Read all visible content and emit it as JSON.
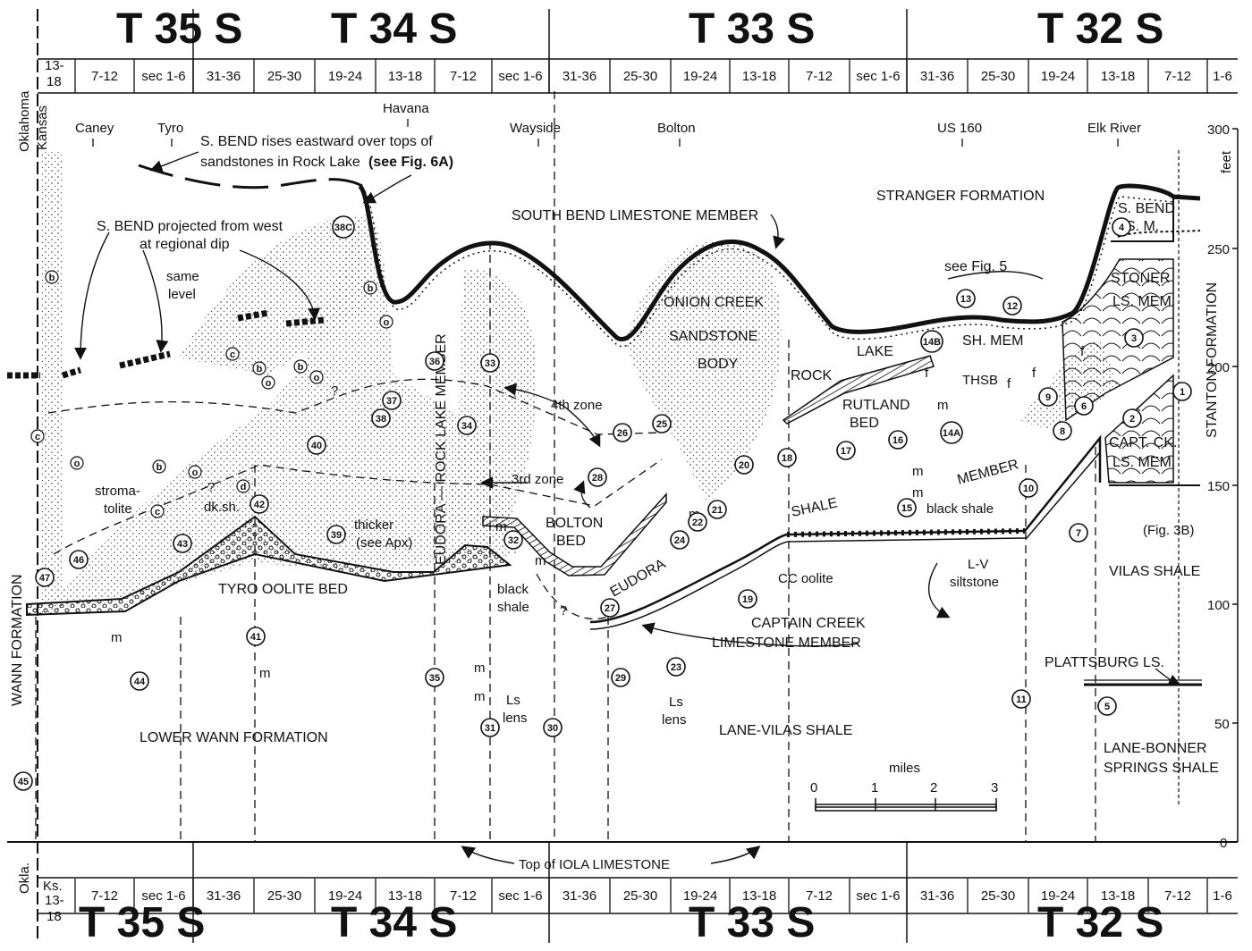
{
  "townships": [
    "T 35 S",
    "T 34 S",
    "T 33 S",
    "T 32 S"
  ],
  "section_ranges": [
    "7-12",
    "sec 1-6",
    "31-36",
    "25-30",
    "19-24",
    "13-18",
    "7-12",
    "sec 1-6",
    "31-36",
    "25-30",
    "19-24",
    "13-18",
    "7-12",
    "sec 1-6",
    "31-36",
    "25-30",
    "19-24",
    "13-18",
    "7-12",
    "1-6"
  ],
  "state_line": {
    "top_lines": [
      "13-",
      "18"
    ],
    "bottom_lines": [
      "Ks.",
      "13-",
      "18"
    ],
    "oklahoma": "Oklahoma",
    "kansas": "Kansas",
    "okla": "Okla."
  },
  "places": [
    "Caney",
    "Tyro",
    "Havana",
    "Wayside",
    "Bolton",
    "US 160",
    "Elk River"
  ],
  "scale_axis": {
    "unit": "feet",
    "ticks": [
      "300",
      "250",
      "200",
      "150",
      "100",
      "50",
      "0"
    ]
  },
  "miles_scale": {
    "title": "miles",
    "ticks": [
      "0",
      "1",
      "2",
      "3"
    ]
  },
  "labels": {
    "s_bend_rises_1": "S. BEND rises eastward over tops of",
    "s_bend_rises_2": "sandstones in Rock Lake",
    "see_fig_6a": "(see Fig. 6A)",
    "stranger": "STRANGER FORMATION",
    "south_bend_member": "SOUTH BEND LIMESTONE MEMBER",
    "s_bend_projected_1": "S. BEND projected from west",
    "s_bend_projected_2": "at regional dip",
    "same_level_1": "same",
    "same_level_2": "level",
    "onion_creek_1": "ONION CREEK",
    "onion_creek_2": "SANDSTONE",
    "onion_creek_3": "BODY",
    "see_fig_5": "see Fig. 5",
    "s_bend_ls_1": "S. BEND",
    "s_bend_ls_2": "LS. M.",
    "stoner_1": "STONER",
    "stoner_2": "LS. MEM.",
    "sh_mem": "SH. MEM",
    "thsb": "THSB",
    "rock": "ROCK",
    "lake": "LAKE",
    "rutland_1": "RUTLAND",
    "rutland_2": "BED",
    "fourth_zone": "4th zone",
    "third_zone": "3rd zone",
    "bolton_bed_1": "BOLTON",
    "bolton_bed_2": "BED",
    "stromatolite_1": "stroma-",
    "stromatolite_2": "tolite",
    "dk_sh": "dk.sh.",
    "thicker_1": "thicker",
    "thicker_2": "(see Apx)",
    "eudora_rock_lake_member": "EUDORA — ROCK LAKE MEMBER",
    "capt_ck_1": "CAPT. CK.",
    "capt_ck_2": "LS. MEM.",
    "stanton": "STANTON FORMATION",
    "fig_3b": "(Fig. 3B)",
    "shale": "SHALE",
    "member": "MEMBER",
    "black_shale": "black shale",
    "black_shale_2a": "black",
    "black_shale_2b": "shale",
    "eudora": "EUDORA",
    "tyro_oolite": "TYRO OOLITE BED",
    "cc_oolite": "CC oolite",
    "lv": "L-V",
    "siltstone": "siltstone",
    "captain_creek_1": "CAPTAIN CREEK",
    "captain_creek_2": "LIMESTONE MEMBER",
    "vilas_shale": "VILAS SHALE",
    "wann_formation": "WANN    FORMATION",
    "lower_wann": "LOWER WANN FORMATION",
    "ls_lens_1": "Ls",
    "ls_lens_2": "lens",
    "lane_vilas": "LANE-VILAS SHALE",
    "plattsburg": "PLATTSBURG LS.",
    "lane_bonner_1": "LANE-BONNER",
    "lane_bonner_2": "SPRINGS SHALE",
    "top_iola": "Top of IOLA LIMESTONE",
    "m": "m",
    "f": "f",
    "q": "?"
  },
  "sections": [
    "1",
    "2",
    "3",
    "4",
    "5",
    "6",
    "7",
    "8",
    "9",
    "10",
    "11",
    "12",
    "13",
    "14A",
    "14B",
    "15",
    "16",
    "17",
    "18",
    "19",
    "20",
    "21",
    "22",
    "23",
    "24",
    "25",
    "26",
    "27",
    "28",
    "29",
    "30",
    "31",
    "32",
    "33",
    "34",
    "35",
    "36",
    "37",
    "38",
    "38C",
    "39",
    "40",
    "41",
    "42",
    "43",
    "44",
    "45",
    "46",
    "47"
  ],
  "lithology_marks": {
    "b": "b",
    "c": "c",
    "o": "o",
    "d": "d"
  }
}
